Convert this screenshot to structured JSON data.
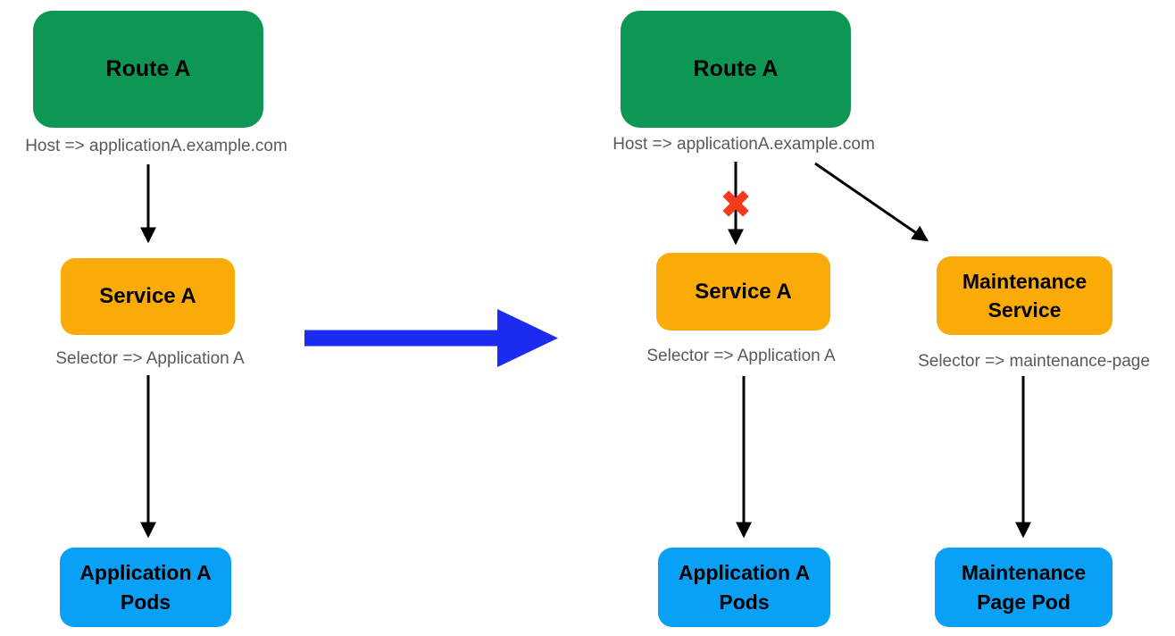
{
  "colors": {
    "route_green": "#0e9655",
    "service_orange": "#fbab08",
    "pod_blue": "#09a1f6",
    "transition_blue": "#1c2bf0",
    "blocked_red": "#f43b1e",
    "annotation_gray": "#595959",
    "connector_black": "#000000",
    "box_text": "#000000"
  },
  "icons": {
    "blocked_x": "✖",
    "transition_arrow": "➡"
  },
  "panels": {
    "before": {
      "route": {
        "label": "Route A",
        "annotation": "Host => applicationA.example.com"
      },
      "service": {
        "label": "Service A",
        "annotation": "Selector => Application A"
      },
      "pods": {
        "line1": "Application A",
        "line2": "Pods"
      }
    },
    "after": {
      "route": {
        "label": "Route A",
        "annotation": "Host => applicationA.example.com"
      },
      "service": {
        "label": "Service A",
        "annotation": "Selector => Application A"
      },
      "pods": {
        "line1": "Application A",
        "line2": "Pods"
      },
      "maintenance_service": {
        "line1": "Maintenance",
        "line2": "Service",
        "annotation": "Selector => maintenance-page"
      },
      "maintenance_pod": {
        "line1": "Maintenance",
        "line2": "Page Pod"
      }
    }
  }
}
